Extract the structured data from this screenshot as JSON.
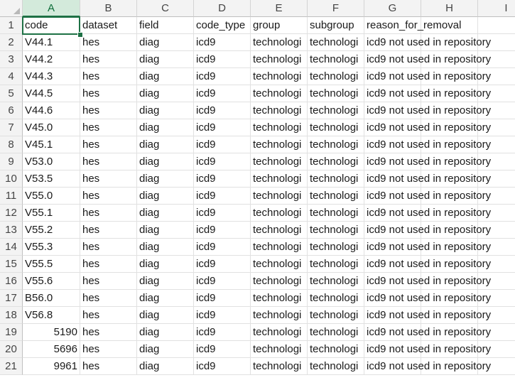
{
  "columns": [
    "A",
    "B",
    "C",
    "D",
    "E",
    "F",
    "G",
    "H",
    "I"
  ],
  "selected_column": "A",
  "row_numbers": [
    "1",
    "2",
    "3",
    "4",
    "5",
    "6",
    "7",
    "8",
    "9",
    "10",
    "11",
    "12",
    "13",
    "14",
    "15",
    "16",
    "17",
    "18",
    "19",
    "20",
    "21"
  ],
  "header": {
    "code": "code",
    "dataset": "dataset",
    "field": "field",
    "code_type": "code_type",
    "group": "group",
    "subgroup": "subgroup",
    "reason_for_removal": "reason_for_removal"
  },
  "rows": [
    {
      "code": "V44.1",
      "dataset": "hes",
      "field": "diag",
      "code_type": "icd9",
      "group": "technologi",
      "subgroup": "technologi",
      "reason": "icd9 not used in repository"
    },
    {
      "code": "V44.2",
      "dataset": "hes",
      "field": "diag",
      "code_type": "icd9",
      "group": "technologi",
      "subgroup": "technologi",
      "reason": "icd9 not used in repository"
    },
    {
      "code": "V44.3",
      "dataset": "hes",
      "field": "diag",
      "code_type": "icd9",
      "group": "technologi",
      "subgroup": "technologi",
      "reason": "icd9 not used in repository"
    },
    {
      "code": "V44.5",
      "dataset": "hes",
      "field": "diag",
      "code_type": "icd9",
      "group": "technologi",
      "subgroup": "technologi",
      "reason": "icd9 not used in repository"
    },
    {
      "code": "V44.6",
      "dataset": "hes",
      "field": "diag",
      "code_type": "icd9",
      "group": "technologi",
      "subgroup": "technologi",
      "reason": "icd9 not used in repository"
    },
    {
      "code": "V45.0",
      "dataset": "hes",
      "field": "diag",
      "code_type": "icd9",
      "group": "technologi",
      "subgroup": "technologi",
      "reason": "icd9 not used in repository"
    },
    {
      "code": "V45.1",
      "dataset": "hes",
      "field": "diag",
      "code_type": "icd9",
      "group": "technologi",
      "subgroup": "technologi",
      "reason": "icd9 not used in repository"
    },
    {
      "code": "V53.0",
      "dataset": "hes",
      "field": "diag",
      "code_type": "icd9",
      "group": "technologi",
      "subgroup": "technologi",
      "reason": "icd9 not used in repository"
    },
    {
      "code": "V53.5",
      "dataset": "hes",
      "field": "diag",
      "code_type": "icd9",
      "group": "technologi",
      "subgroup": "technologi",
      "reason": "icd9 not used in repository"
    },
    {
      "code": "V55.0",
      "dataset": "hes",
      "field": "diag",
      "code_type": "icd9",
      "group": "technologi",
      "subgroup": "technologi",
      "reason": "icd9 not used in repository"
    },
    {
      "code": "V55.1",
      "dataset": "hes",
      "field": "diag",
      "code_type": "icd9",
      "group": "technologi",
      "subgroup": "technologi",
      "reason": "icd9 not used in repository"
    },
    {
      "code": "V55.2",
      "dataset": "hes",
      "field": "diag",
      "code_type": "icd9",
      "group": "technologi",
      "subgroup": "technologi",
      "reason": "icd9 not used in repository"
    },
    {
      "code": "V55.3",
      "dataset": "hes",
      "field": "diag",
      "code_type": "icd9",
      "group": "technologi",
      "subgroup": "technologi",
      "reason": "icd9 not used in repository"
    },
    {
      "code": "V55.5",
      "dataset": "hes",
      "field": "diag",
      "code_type": "icd9",
      "group": "technologi",
      "subgroup": "technologi",
      "reason": "icd9 not used in repository"
    },
    {
      "code": "V55.6",
      "dataset": "hes",
      "field": "diag",
      "code_type": "icd9",
      "group": "technologi",
      "subgroup": "technologi",
      "reason": "icd9 not used in repository"
    },
    {
      "code": "B56.0",
      "dataset": "hes",
      "field": "diag",
      "code_type": "icd9",
      "group": "technologi",
      "subgroup": "technologi",
      "reason": "icd9 not used in repository"
    },
    {
      "code": "V56.8",
      "dataset": "hes",
      "field": "diag",
      "code_type": "icd9",
      "group": "technologi",
      "subgroup": "technologi",
      "reason": "icd9 not used in repository"
    },
    {
      "code": "5190",
      "dataset": "hes",
      "field": "diag",
      "code_type": "icd9",
      "group": "technologi",
      "subgroup": "technologi",
      "reason": "icd9 not used in repository"
    },
    {
      "code": "5696",
      "dataset": "hes",
      "field": "diag",
      "code_type": "icd9",
      "group": "technologi",
      "subgroup": "technologi",
      "reason": "icd9 not used in repository"
    },
    {
      "code": "9961",
      "dataset": "hes",
      "field": "diag",
      "code_type": "icd9",
      "group": "technologi",
      "subgroup": "technologi",
      "reason": "icd9 not used in repository"
    }
  ],
  "numeric_codes": [
    "5190",
    "5696",
    "9961"
  ],
  "colors": {
    "selection": "#1e7145",
    "header_bg": "#f3f3f3",
    "selected_header_bg": "#d3eadb"
  }
}
